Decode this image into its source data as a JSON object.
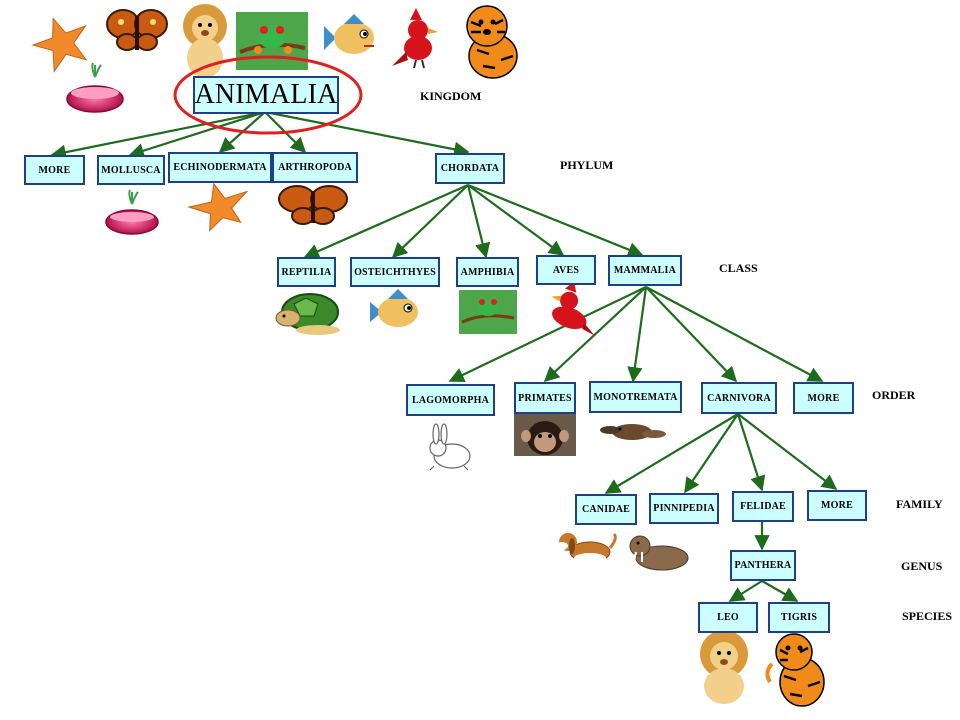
{
  "kingdom": {
    "label": "ANIMALIA"
  },
  "ranks": {
    "kingdom": "KINGDOM",
    "phylum": "PHYLUM",
    "class": "CLASS",
    "order": "ORDER",
    "family": "FAMILY",
    "genus": "GENUS",
    "species": "SPECIES"
  },
  "phylum": {
    "more": "MORE",
    "mollusca": "MOLLUSCA",
    "echinodermata": "ECHINODERMATA",
    "arthropoda": "ARTHROPODA",
    "chordata": "CHORDATA"
  },
  "class": {
    "reptilia": "REPTILIA",
    "osteichthyes": "OSTEICHTHYES",
    "amphibia": "AMPHIBIA",
    "aves": "AVES",
    "mammalia": "MAMMALIA"
  },
  "order": {
    "lagomorpha": "LAGOMORPHA",
    "primates": "PRIMATES",
    "monotremata": "MONOTREMATA",
    "carnivora": "CARNIVORA",
    "more": "MORE"
  },
  "family": {
    "canidae": "CANIDAE",
    "pinnipedia": "PINNIPEDIA",
    "felidae": "FELIDAE",
    "more": "MORE"
  },
  "genus": {
    "panthera": "PANTHERA"
  },
  "species": {
    "leo": "LEO",
    "tigris": "TIGRIS"
  },
  "colors": {
    "node_fill": "#ccffff",
    "node_border": "#1f3f86",
    "arrow": "#1e6b1e",
    "highlight_ring": "#e02020"
  },
  "pictures": [
    "starfish-icon",
    "butterfly-icon",
    "lion-icon",
    "frog-icon",
    "fish-icon",
    "cardinal-icon",
    "tiger-icon",
    "sea-anemone-icon",
    "turtle-icon",
    "rabbit-icon",
    "chimpanzee-icon",
    "platypus-icon",
    "beagle-icon",
    "walrus-icon"
  ]
}
